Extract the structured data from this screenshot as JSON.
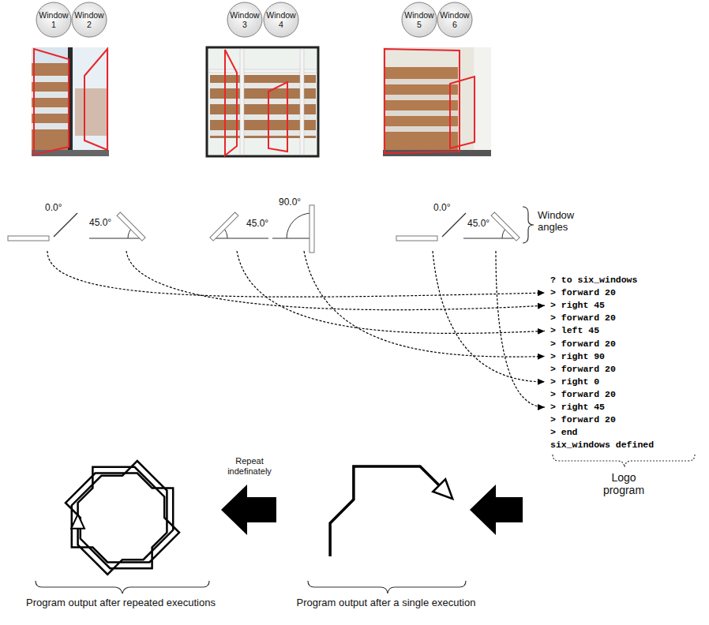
{
  "diagram": {
    "nodes": [
      {
        "text": [
          "Window 1"
        ]
      },
      {
        "text": [
          "Window 2"
        ]
      },
      {
        "text": [
          "Window 3"
        ]
      },
      {
        "text": [
          "Window 4"
        ]
      },
      {
        "text": [
          "Window 5"
        ]
      },
      {
        "text": [
          "Window 6"
        ]
      }
    ],
    "labels": [
      "0.0°",
      "45.0°",
      "45.0°",
      "90.0°",
      "0.0°",
      "45.0°",
      "Window angles",
      "? to six_windows",
      "> forward 20",
      "> right 45",
      "> forward 20",
      "> left 45",
      "> forward 20",
      "> right 90",
      "> forward 20",
      "> right 0",
      "> forward 20",
      "> right 45",
      "> forward 20",
      "> end",
      "six_windows defined",
      "Logo program",
      "Repeat indefinately",
      "Program output after repeated executions",
      "Program output after a single execution"
    ]
  }
}
